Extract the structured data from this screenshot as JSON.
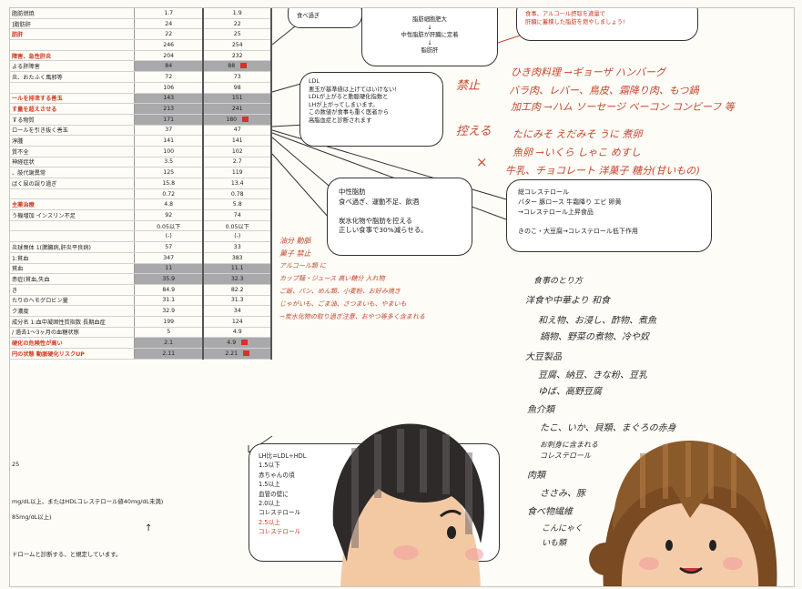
{
  "table": {
    "rows": [
      {
        "label": "脂肪燃焼",
        "v1": "1.7",
        "v2": "1.9",
        "style": ""
      },
      {
        "label": "]脂肪肝",
        "v1": "24",
        "v2": "22",
        "style": ""
      },
      {
        "label": "肪肝",
        "v1": "22",
        "v2": "25",
        "style": "red"
      },
      {
        "label": "",
        "v1": "246",
        "v2": "254",
        "style": ""
      },
      {
        "label": "障害、急性肝炎",
        "v1": "204",
        "v2": "232",
        "style": "red"
      },
      {
        "label": "よる肝障害",
        "v1": "84",
        "v2": "88",
        "style": "gray",
        "flag": true
      },
      {
        "label": "炎、おたふく風邪等",
        "v1": "72",
        "v2": "73",
        "style": ""
      },
      {
        "label": "",
        "v1": "106",
        "v2": "98",
        "style": ""
      },
      {
        "label": "ールを排泄する善玉",
        "v1": "143",
        "v2": "151",
        "style": "gray red"
      },
      {
        "label": "す量を超えさせる",
        "v1": "213",
        "v2": "241",
        "style": "gray red"
      },
      {
        "label": "する物質",
        "v1": "171",
        "v2": "180",
        "style": "gray",
        "flag": true
      },
      {
        "label": "ロールを引き抜く善玉",
        "v1": "37",
        "v2": "47",
        "style": ""
      },
      {
        "label": "淳腫",
        "v1": "141",
        "v2": "141",
        "style": ""
      },
      {
        "label": "質不全",
        "v1": "100",
        "v2": "102",
        "style": ""
      },
      {
        "label": "神経症状",
        "v1": "3.5",
        "v2": "2.7",
        "style": ""
      },
      {
        "label": "、肢代謝異常",
        "v1": "125",
        "v2": "119",
        "style": ""
      },
      {
        "label": "ばく尿の誤り過ぎ",
        "v1": "15.8",
        "v2": "13.4",
        "style": ""
      },
      {
        "label": "",
        "v1": "0.72",
        "v2": "0.78",
        "style": ""
      },
      {
        "label": "主薬治療",
        "v1": "4.8",
        "v2": "5.8",
        "style": "red"
      },
      {
        "label": "う機増加 インスリン不足",
        "v1": "92",
        "v2": "74",
        "style": ""
      },
      {
        "label": "",
        "v1": "0.05以下",
        "v2": "0.05以下",
        "style": ""
      },
      {
        "label": "",
        "v1": "(-)",
        "v2": "(-)",
        "style": ""
      },
      {
        "label": "炎球臭体 1(脾臓病,肝炎平良病)",
        "v1": "57",
        "v2": "33",
        "style": ""
      },
      {
        "label": " 1:貧血",
        "v1": "347",
        "v2": "383",
        "style": ""
      },
      {
        "label": "貧血",
        "v1": "11",
        "v2": "11.1",
        "style": "gray"
      },
      {
        "label": "赤症(貧血,失血",
        "v1": "35.9",
        "v2": "32.3",
        "style": "gray"
      },
      {
        "label": "き",
        "v1": "84.9",
        "v2": "82.2",
        "style": ""
      },
      {
        "label": "たりのヘモグロビン量",
        "v1": "31.1",
        "v2": "31.3",
        "style": ""
      },
      {
        "label": "ク濃度",
        "v1": "32.9",
        "v2": "34",
        "style": ""
      },
      {
        "label": "成分名 1:血中凝固性質指数 長期血症",
        "v1": "199",
        "v2": "124",
        "style": ""
      },
      {
        "label": "/ 過去1〜3ヶ月の血糖状態",
        "v1": "5",
        "v2": "4.9",
        "style": ""
      },
      {
        "label": "硬化の危険性が高い",
        "v1": "2.1",
        "v2": "4.9",
        "style": "gray red",
        "flag": true
      },
      {
        "label": "円の状態 動脈硬化リスクUP",
        "v1": "2.11",
        "v2": "2.21",
        "style": "gray red",
        "flag": true
      }
    ]
  },
  "notes_below": {
    "n1": "25",
    "n2": "mg/dL以上、またはHDLコレステロール値40mg/dL未満)",
    "n3": "85mg/dL以上)",
    "n4": "ドロームと診断する、と規定しています。",
    "arrow": "↑"
  },
  "bubbles": {
    "top_small": {
      "l1": "食べ過ぎ"
    },
    "top_flow": {
      "l1": "脂肪細胞肥大",
      "l2": "↓",
      "l3": "中性脂肪が肝臓に定着",
      "l4": "↓",
      "l5": "脂肪肝"
    },
    "top_right": {
      "l1": "食事、アルコール摂取を適量で",
      "l2": "肝臓に蓄積した脂肪を燃やしましょう!"
    },
    "ldl": {
      "l1": "LDL",
      "l2": "悪玉が基準値は上げてはいけない!",
      "l3": "LDLが上がると動脈硬化指数と",
      "l4": "LHが上がってしまいます。",
      "l5": "この数値が食事も重く医者から",
      "l6": "高脂血症と診断されます"
    },
    "tg": {
      "l1": "中性脂肪",
      "l2": "食べ過ぎ、運動不足、飲酒",
      "l3": "",
      "l4": "炭水化物や脂肪を控える",
      "l5": "正しい食事で30%減らせる。"
    },
    "chol": {
      "l1": "総コレステロール",
      "l2": "バター 豚ロース 牛霜降り エビ 卵黄",
      "l3": "→コレステロール上昇食品",
      "l4": "",
      "l5": "きのこ・大豆腐→コレステロール低下作用"
    },
    "lh": {
      "l1": "LH比=LDL÷HDL",
      "l2": "1.5以下",
      "l3": "赤ちゃんの頃",
      "l4": "1.5以上",
      "l5": "血管の壁に",
      "l6": "2.0以上",
      "l7": "コレステロール",
      "l8": "2.5以上",
      "l9": "コレステロール"
    }
  },
  "handwriting": {
    "kinshi": "禁止",
    "hikaeru": "控える",
    "batsu": "×",
    "l1": "ひき肉料理 →ギョーザ ハンバーグ",
    "l2": "バラ肉、レバー、鳥皮、霜降り肉、もつ鍋",
    "l3": "加工肉 →ハム ソーセージ ベーコン コンビーフ 等",
    "l4": "たにみそ えだみそ うに 煮卵",
    "l5": "魚卵 →いくら しゃこ めすし",
    "l6": "牛乳、チョコレート 洋菓子 糖分(甘いもの)",
    "red1": "油分 動脈",
    "red2": "菓子 禁止",
    "red3": "アルコール類 に",
    "red4": "カップ麺・ジュース 高い糖分 入れ物",
    "red5": "ご飯、パン、めん類、小麦粉、お好み焼き",
    "red6": "じゃがいも、ごま油、さつまいも、やまいも",
    "red7": "→炭水化物の取り過ぎ注意、おやつ等多く含まれる",
    "diet_title": "食事のとり方",
    "d1": "洋食や中華より 和食",
    "d2": "和え物、お浸し、酢物、煮魚",
    "d3": "鍋物、野菜の煮物、冷や奴",
    "d4": "大豆製品",
    "d5": "豆腐、納豆、きな粉、豆乳",
    "d6": "ゆば、高野豆腐",
    "d7": "魚介類",
    "d8": "たこ、いか、貝類、まぐろの赤身",
    "d9": "お刺身に含まれる",
    "d10": "コレステロール",
    "d11": "肉類",
    "d12": "ささみ、豚",
    "d13": "食べ物繊維",
    "d14": "こんにゃく",
    "d15": "いも類"
  },
  "colors": {
    "red": "#c7452d",
    "gray": "#a9a9ab",
    "flag": "#d8302a",
    "ink": "#2c2c2c"
  }
}
